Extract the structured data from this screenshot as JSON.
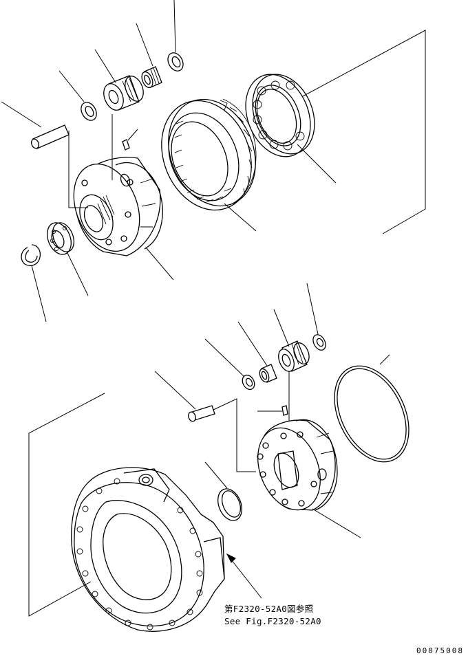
{
  "reference_note": {
    "japanese": "第F2320-52A0図参照",
    "english": "See Fig.F2320-52A0"
  },
  "drawing_number": "00075008",
  "icons": {
    "drawing": "exploded-parts-diagram",
    "arrow": "arrow-pointer-icon"
  }
}
